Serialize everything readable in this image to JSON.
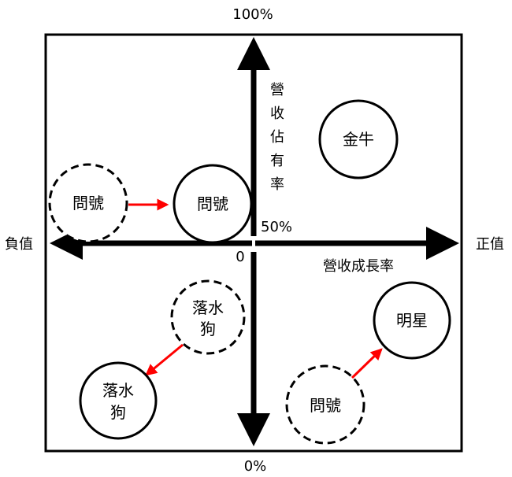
{
  "axes": {
    "y_top": "100%",
    "y_mid": "50%",
    "y_bottom": "0%",
    "origin": "0",
    "x_left": "負值",
    "x_right": "正值",
    "y_title": [
      "營",
      "收",
      "佔",
      "有",
      "率"
    ],
    "x_title": "營收成長率"
  },
  "nodes": {
    "cash_cow": {
      "label": "金牛"
    },
    "question_mark_old": {
      "label": "問號"
    },
    "question_mark_new": {
      "label": "問號"
    },
    "dog_old": {
      "label": [
        "落水",
        "狗"
      ]
    },
    "dog_new": {
      "label": [
        "落水",
        "狗"
      ]
    },
    "question_mark_2_old": {
      "label": "問號"
    },
    "star_new": {
      "label": "明星"
    }
  },
  "colors": {
    "line": "#000000",
    "arrow": "#ff0000"
  }
}
